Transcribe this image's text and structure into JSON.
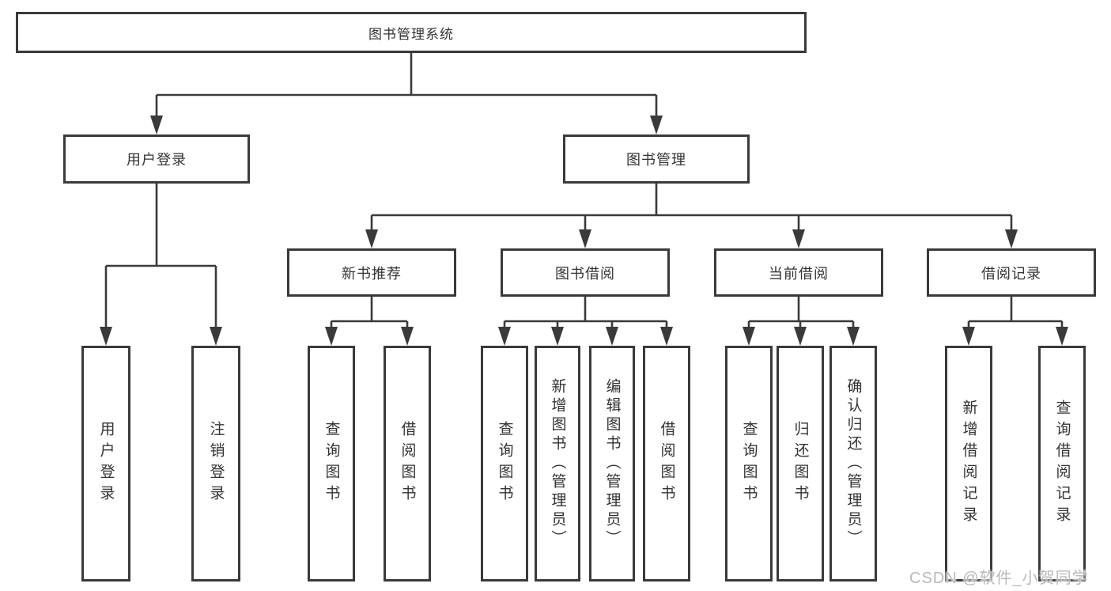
{
  "diagram": {
    "tree": {
      "root": "图书管理系统",
      "children": [
        {
          "label": "用户登录",
          "children": [
            "用户登录",
            "注销登录"
          ]
        },
        {
          "label": "图书管理",
          "children": [
            {
              "label": "新书推荐",
              "children": [
                "查询图书",
                "借阅图书"
              ]
            },
            {
              "label": "图书借阅",
              "children": [
                "查询图书",
                "新增图书（管理员）",
                "编辑图书（管理员）",
                "借阅图书"
              ]
            },
            {
              "label": "当前借阅",
              "children": [
                "查询图书",
                "归还图书",
                "确认归还（管理员）"
              ]
            },
            {
              "label": "借阅记录",
              "children": [
                "新增借阅记录",
                "查询借阅记录"
              ]
            }
          ]
        }
      ]
    }
  },
  "watermark": {
    "text": "CSDN @软件_小贺同学"
  },
  "colors": {
    "line": "#3a3a3a",
    "border": "#3a3a3a",
    "text": "#333333",
    "background": "#ffffff",
    "watermark": "#b9b9b9"
  }
}
